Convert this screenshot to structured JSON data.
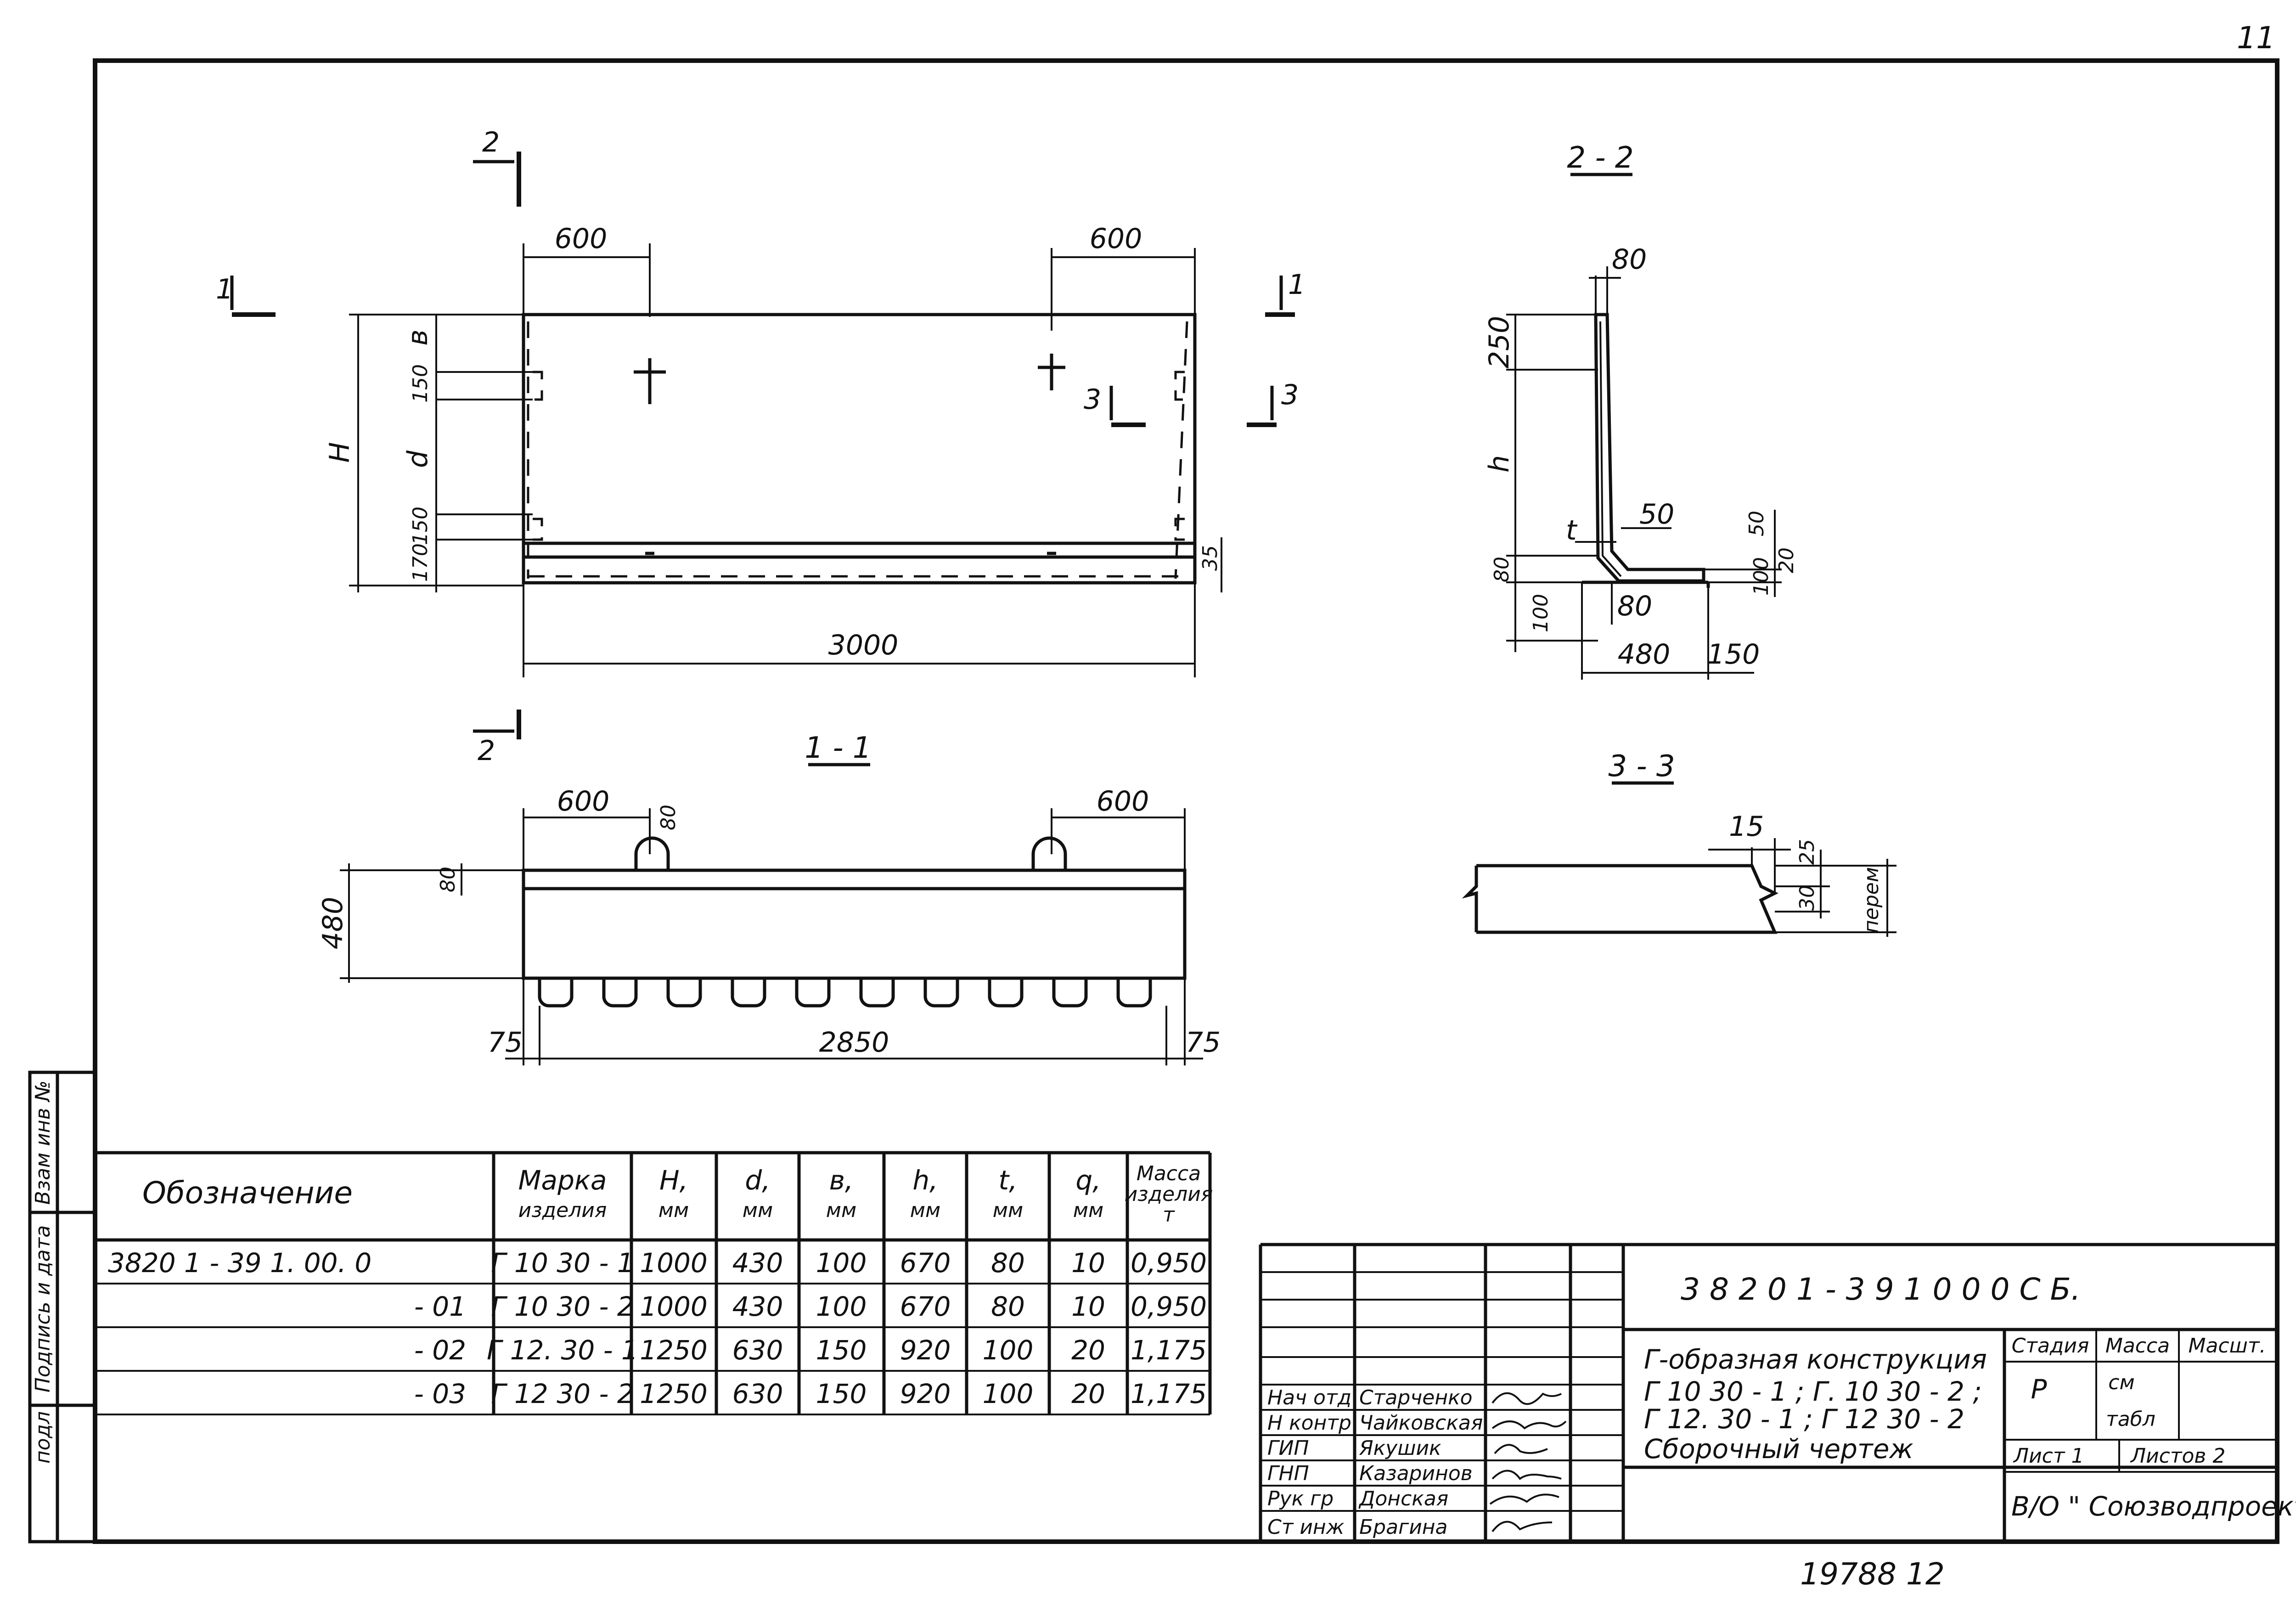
{
  "page_number": "11",
  "bottom_number": "19788  12",
  "section_marks": {
    "s1": "1",
    "s2": "2",
    "s3": "3"
  },
  "section_titles": {
    "s1_1": "1 - 1",
    "s2_2": "2 - 2",
    "s3_3": "3 - 3"
  },
  "plan_view": {
    "dim_600_left": "600",
    "dim_600_right": "600",
    "dim_3000": "3000",
    "H": "H",
    "v": "в",
    "d": "d",
    "dim_150_top": "150",
    "dim_150_bot": "150",
    "dim_170": "170",
    "dim_35": "35"
  },
  "section_1_1": {
    "dim_600_left": "600",
    "dim_600_right": "600",
    "dim_80_top": "80",
    "dim_480": "480",
    "dim_80_side": "80",
    "dim_75_left": "75",
    "dim_2850": "2850",
    "dim_75_right": "75"
  },
  "section_2_2": {
    "dim_80_top": "80",
    "dim_250": "250",
    "h": "h",
    "t": "t",
    "dim_50": "50",
    "dim_50_r": "50",
    "dim_20": "20",
    "dim_100_r": "100",
    "dim_80_left": "80",
    "dim_100_left": "100",
    "dim_80_bottom": "80",
    "dim_480": "480",
    "dim_150": "150"
  },
  "section_3_3": {
    "dim_15": "15",
    "dim_25": "25",
    "dim_30": "30",
    "perem": "перем"
  },
  "spec_table": {
    "headers": {
      "designation": "Обозначение",
      "mark": [
        "Марка",
        "изделия"
      ],
      "H": [
        "H,",
        "мм"
      ],
      "d": [
        "d,",
        "мм"
      ],
      "v": [
        "в,",
        "мм"
      ],
      "h": [
        "h,",
        "мм"
      ],
      "t": [
        "t,",
        "мм"
      ],
      "q": [
        "q,",
        "мм"
      ],
      "mass": [
        "Масса",
        "изделия",
        "т"
      ]
    },
    "rows": [
      {
        "designation": "3820 1 - 39  1. 00. 0",
        "mark": "Г 10 30 - 1",
        "H": "1000",
        "d": "430",
        "v": "100",
        "h": "670",
        "t": "80",
        "q": "10",
        "mass": "0,950"
      },
      {
        "designation": "- 01",
        "mark": "Г 10 30 - 2",
        "H": "1000",
        "d": "430",
        "v": "100",
        "h": "670",
        "t": "80",
        "q": "10",
        "mass": "0,950"
      },
      {
        "designation": "- 02",
        "mark": "Г 12. 30 - 1",
        "H": "1250",
        "d": "630",
        "v": "150",
        "h": "920",
        "t": "100",
        "q": "20",
        "mass": "1,175"
      },
      {
        "designation": "- 03",
        "mark": "Г 12 30 - 2",
        "H": "1250",
        "d": "630",
        "v": "150",
        "h": "920",
        "t": "100",
        "q": "20",
        "mass": "1,175"
      }
    ]
  },
  "side_stamp": [
    "Взам инв №",
    "Подпись и дата",
    "подл"
  ],
  "title_block": {
    "code": "3 8 2 0  1 - 3 9   1  0 0 0  С Б.",
    "title_lines": [
      "Г-образная конструкция",
      "Г 10 30 - 1 ; Г. 10 30 - 2 ;",
      "Г 12. 30 - 1 ; Г 12 30 - 2",
      "Сборочный  чертеж"
    ],
    "stage_label": "Стадия",
    "mass_label": "Масса",
    "scale_label": "Масшт.",
    "stage_value": "Р",
    "mass_value": [
      "см",
      "табл"
    ],
    "sheet_label": "Лист 1",
    "sheets_label": "Листов 2",
    "org": "В/О \" Союзводпроект \"",
    "roles": [
      {
        "role": "Нач отд",
        "name": "Старченко"
      },
      {
        "role": "Н контр",
        "name": "Чайковская"
      },
      {
        "role": "ГИП",
        "name": "Якушик"
      },
      {
        "role": "ГНП",
        "name": "Казаринов"
      },
      {
        "role": "Рук гр",
        "name": "Донская"
      },
      {
        "role": "Ст инж",
        "name": "Брагина"
      }
    ]
  }
}
